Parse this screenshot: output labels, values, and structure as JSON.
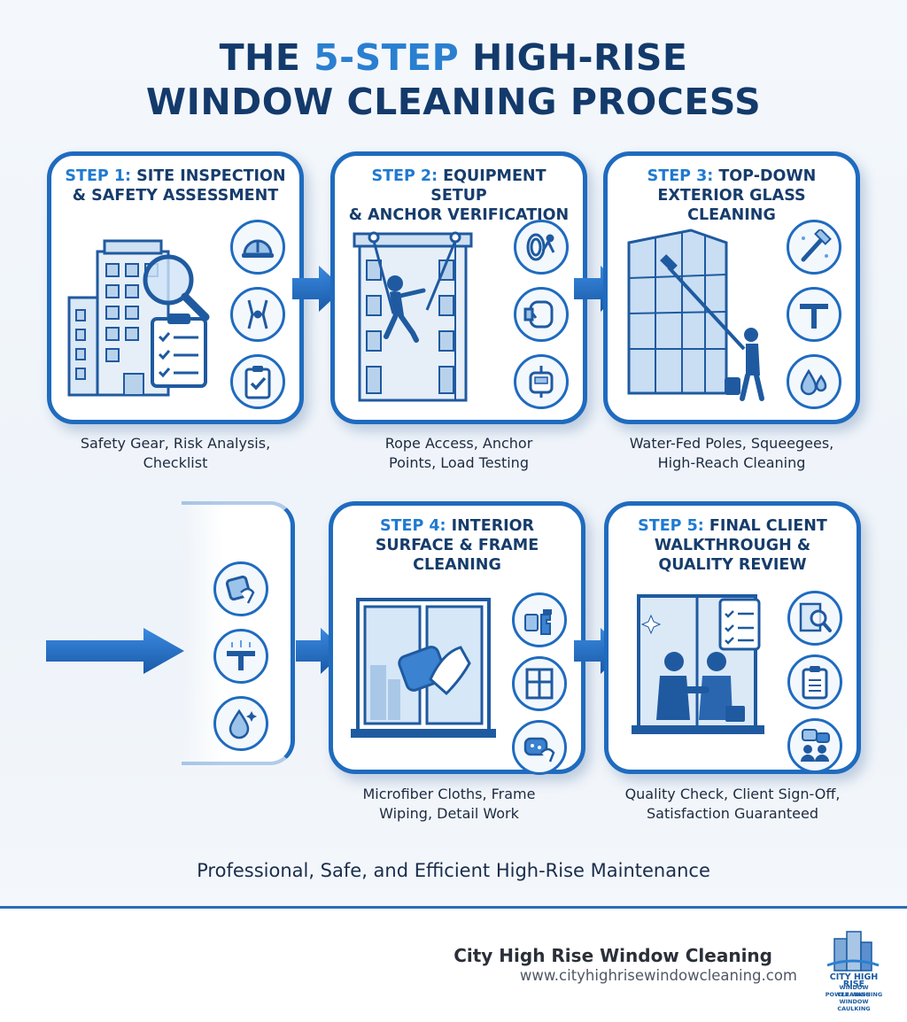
{
  "title": {
    "line1_pre": "THE ",
    "line1_accent": "5-STEP",
    "line1_post": " HIGH-RISE",
    "line2": "WINDOW CLEANING PROCESS"
  },
  "steps": [
    {
      "step_label": "STEP 1:",
      "title_a": "SITE INSPECTION",
      "title_b": "& SAFETY ASSESSMENT",
      "title_c": "",
      "caption_a": "Safety Gear, Risk Analysis,",
      "caption_b": "Checklist",
      "icons": [
        "hard-hat-icon",
        "safety-harness-icon",
        "checklist-icon"
      ]
    },
    {
      "step_label": "STEP 2:",
      "title_a": "EQUIPMENT SETUP",
      "title_b": "& ANCHOR VERIFICATION",
      "title_c": "",
      "caption_a": "Rope Access, Anchor",
      "caption_b": "Points, Load Testing",
      "icons": [
        "rope-icon",
        "carabiner-icon",
        "load-meter-icon"
      ]
    },
    {
      "step_label": "STEP 3:",
      "title_a": "TOP-DOWN",
      "title_b": "EXTERIOR GLASS CLEANING",
      "title_c": "",
      "caption_a": "Water-Fed Poles, Squeegees,",
      "caption_b": "High-Reach Cleaning",
      "icons": [
        "scrubber-icon",
        "squeegee-icon",
        "water-drops-icon"
      ]
    },
    {
      "step_label": "STEP 4:",
      "title_a": "INTERIOR",
      "title_b": "SURFACE & FRAME",
      "title_c": "CLEANING",
      "caption_a": "Microfiber Cloths, Frame",
      "caption_b": "Wiping, Detail Work",
      "icons": [
        "spray-bottle-icon",
        "window-frame-icon",
        "sponge-hand-icon"
      ]
    },
    {
      "step_label": "STEP 5:",
      "title_a": "FINAL CLIENT",
      "title_b": "WALKTHROUGH &",
      "title_c": "QUALITY REVIEW",
      "caption_a": "Quality Check, Client Sign-Off,",
      "caption_b": "Satisfaction Guaranteed",
      "icons": [
        "inspect-window-icon",
        "clipboard-icon",
        "client-feedback-icon"
      ]
    }
  ],
  "tagline": "Professional, Safe, and Efficient High-Rise Maintenance",
  "footer": {
    "company": "City High Rise Window Cleaning",
    "url": "www.cityhighrisewindowcleaning.com",
    "logo_line1": "CITY HIGH RISE",
    "logo_line2": "WINDOW CLEANING",
    "logo_line3": "POWER WASHING",
    "logo_line4": "WINDOW CAULKING"
  },
  "colors": {
    "primary": "#1f6bbf",
    "accent": "#2a7fd0",
    "dark": "#133a6b"
  }
}
